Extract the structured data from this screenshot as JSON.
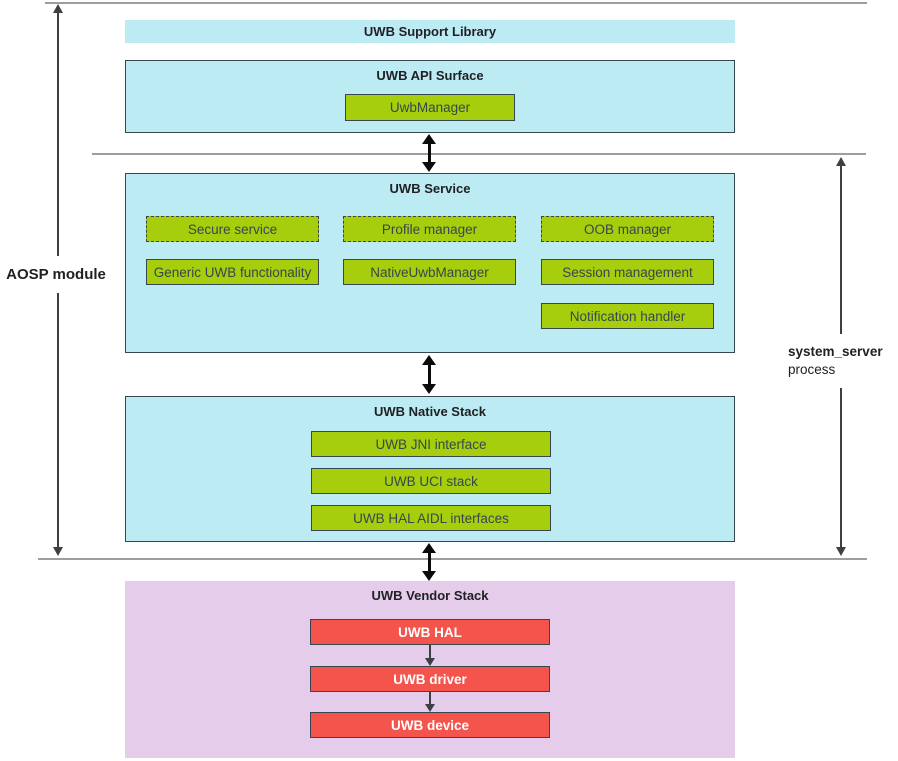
{
  "colors": {
    "cyan_fill": "#BDEBF3",
    "purple_fill": "#E4CCEA",
    "green_fill": "#A6CE0C",
    "red_fill": "#F4544C",
    "box_border": "#37474F",
    "divider_line": "#9E9E9E",
    "arrow_black": "#0B0B0B",
    "arrow_thin": "#3C4043",
    "text_dark": "#202124",
    "chip_text": "#37474F",
    "text_on_red": "#FFFFFF"
  },
  "side_labels": {
    "aosp": "AOSP module",
    "system_server_line1": "system_server",
    "system_server_line2": "process"
  },
  "support_library": {
    "title": "UWB Support Library"
  },
  "api_surface": {
    "title": "UWB API Surface",
    "uwb_manager": "UwbManager"
  },
  "service": {
    "title": "UWB Service",
    "dashed": [
      "Secure service",
      "Profile manager",
      "OOB manager"
    ],
    "solid": [
      "Generic UWB functionality",
      "NativeUwbManager",
      "Session management",
      "Notification handler"
    ]
  },
  "native_stack": {
    "title": "UWB Native Stack",
    "layers": [
      "UWB JNI interface",
      "UWB UCI stack",
      "UWB HAL AIDL interfaces"
    ]
  },
  "vendor_stack": {
    "title": "UWB Vendor Stack",
    "layers": [
      "UWB HAL",
      "UWB driver",
      "UWB device"
    ]
  }
}
